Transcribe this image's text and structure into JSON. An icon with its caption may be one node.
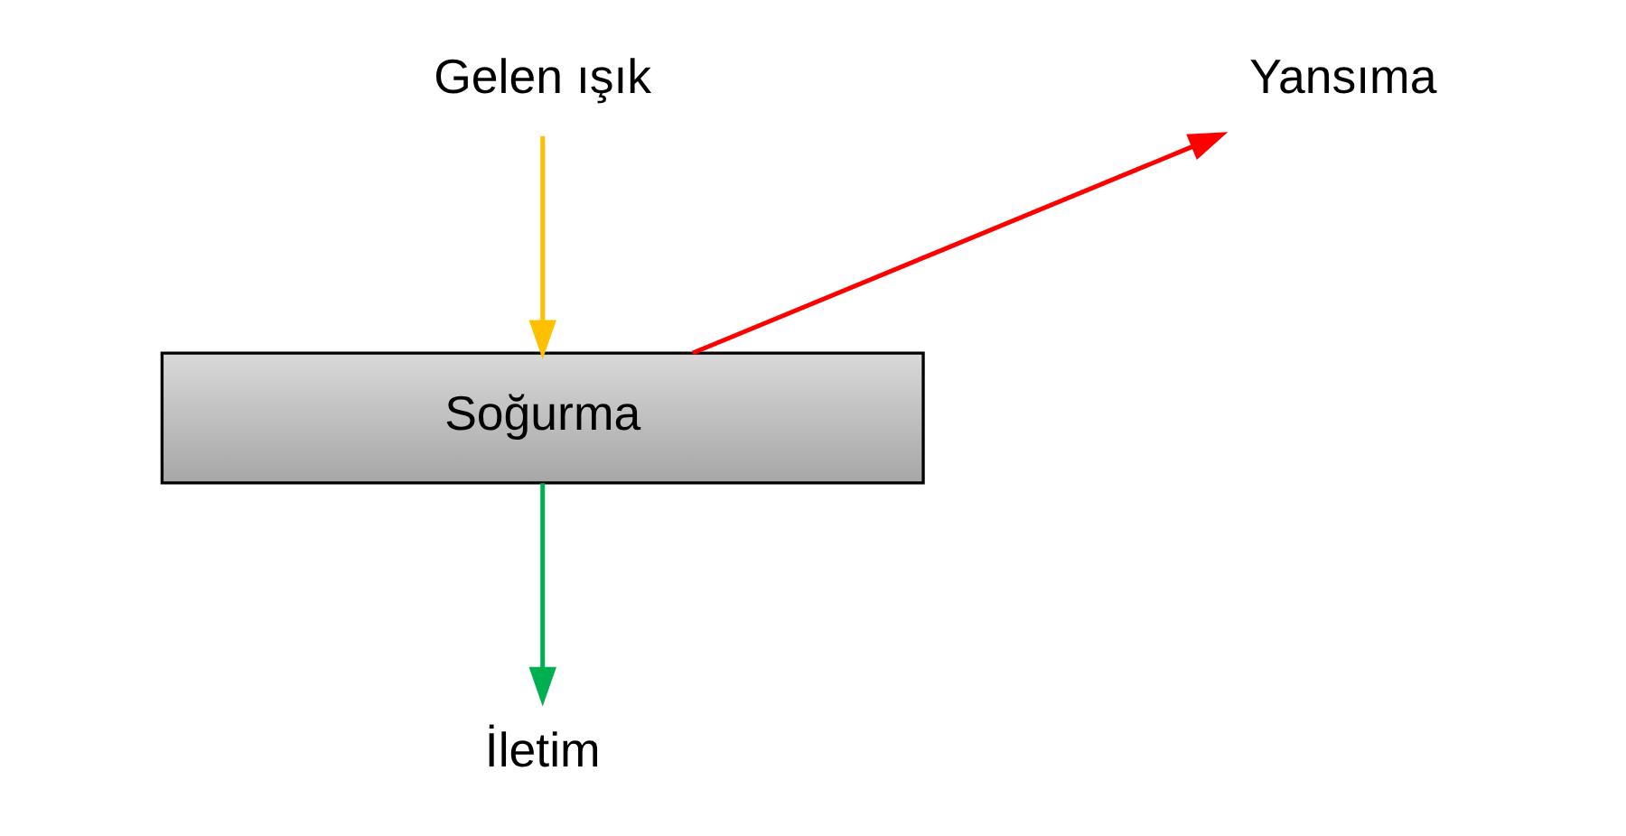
{
  "diagram": {
    "nodes": [
      {
        "text": [
          "Gelen ışık"
        ]
      },
      {
        "text": [
          "Yansıma"
        ]
      },
      {
        "text": [
          "Soğurma"
        ]
      },
      {
        "text": [
          "İletim"
        ]
      }
    ],
    "edges": [
      {
        "from": 0,
        "to": 2,
        "arrow": "to",
        "color": "#ffc000"
      },
      {
        "from": 2,
        "to": 1,
        "arrow": "to",
        "color": "#ff0000"
      },
      {
        "from": 2,
        "to": 3,
        "arrow": "to",
        "color": "#00b050"
      }
    ]
  }
}
